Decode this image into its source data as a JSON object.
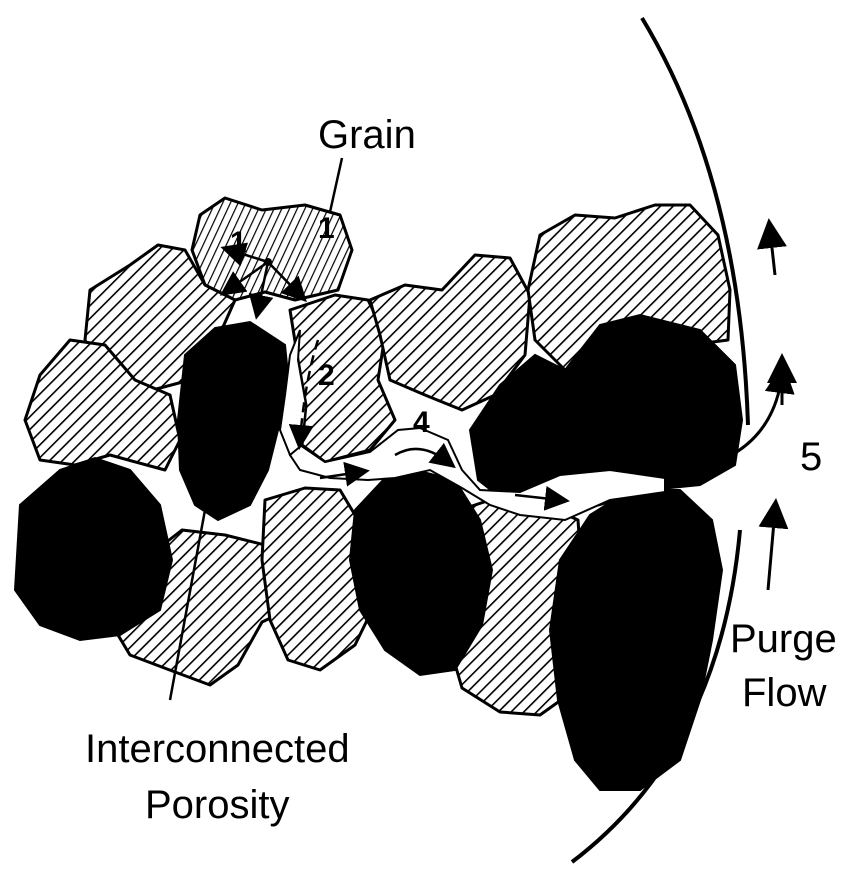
{
  "labels": {
    "grain": "Grain",
    "porosity_line1": "Interconnected",
    "porosity_line2": "Porosity",
    "purge_line1": "Purge",
    "purge_line2": "Flow"
  },
  "steps": [
    "1",
    "1",
    "2",
    "4",
    "5"
  ],
  "colors": {
    "ink": "#000000",
    "paper": "#ffffff"
  }
}
